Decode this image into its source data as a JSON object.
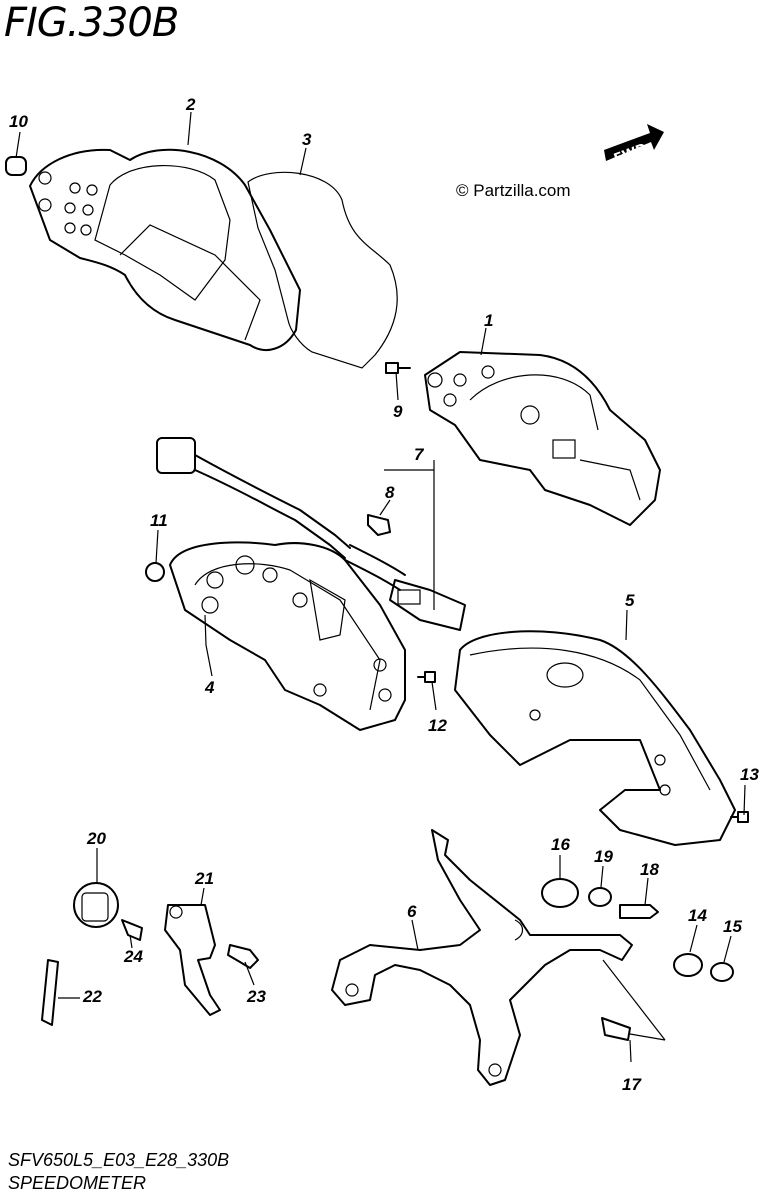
{
  "figure": {
    "title": "FIG.330B",
    "copyright": "© Partzilla.com",
    "fwd_label": "FWD",
    "footer_code": "SFV650L5_E03_E28_330B",
    "footer_title": "SPEEDOMETER"
  },
  "callouts": [
    "1",
    "2",
    "3",
    "4",
    "5",
    "6",
    "7",
    "8",
    "9",
    "10",
    "11",
    "12",
    "13",
    "14",
    "15",
    "16",
    "17",
    "18",
    "19",
    "20",
    "21",
    "22",
    "23",
    "24"
  ]
}
